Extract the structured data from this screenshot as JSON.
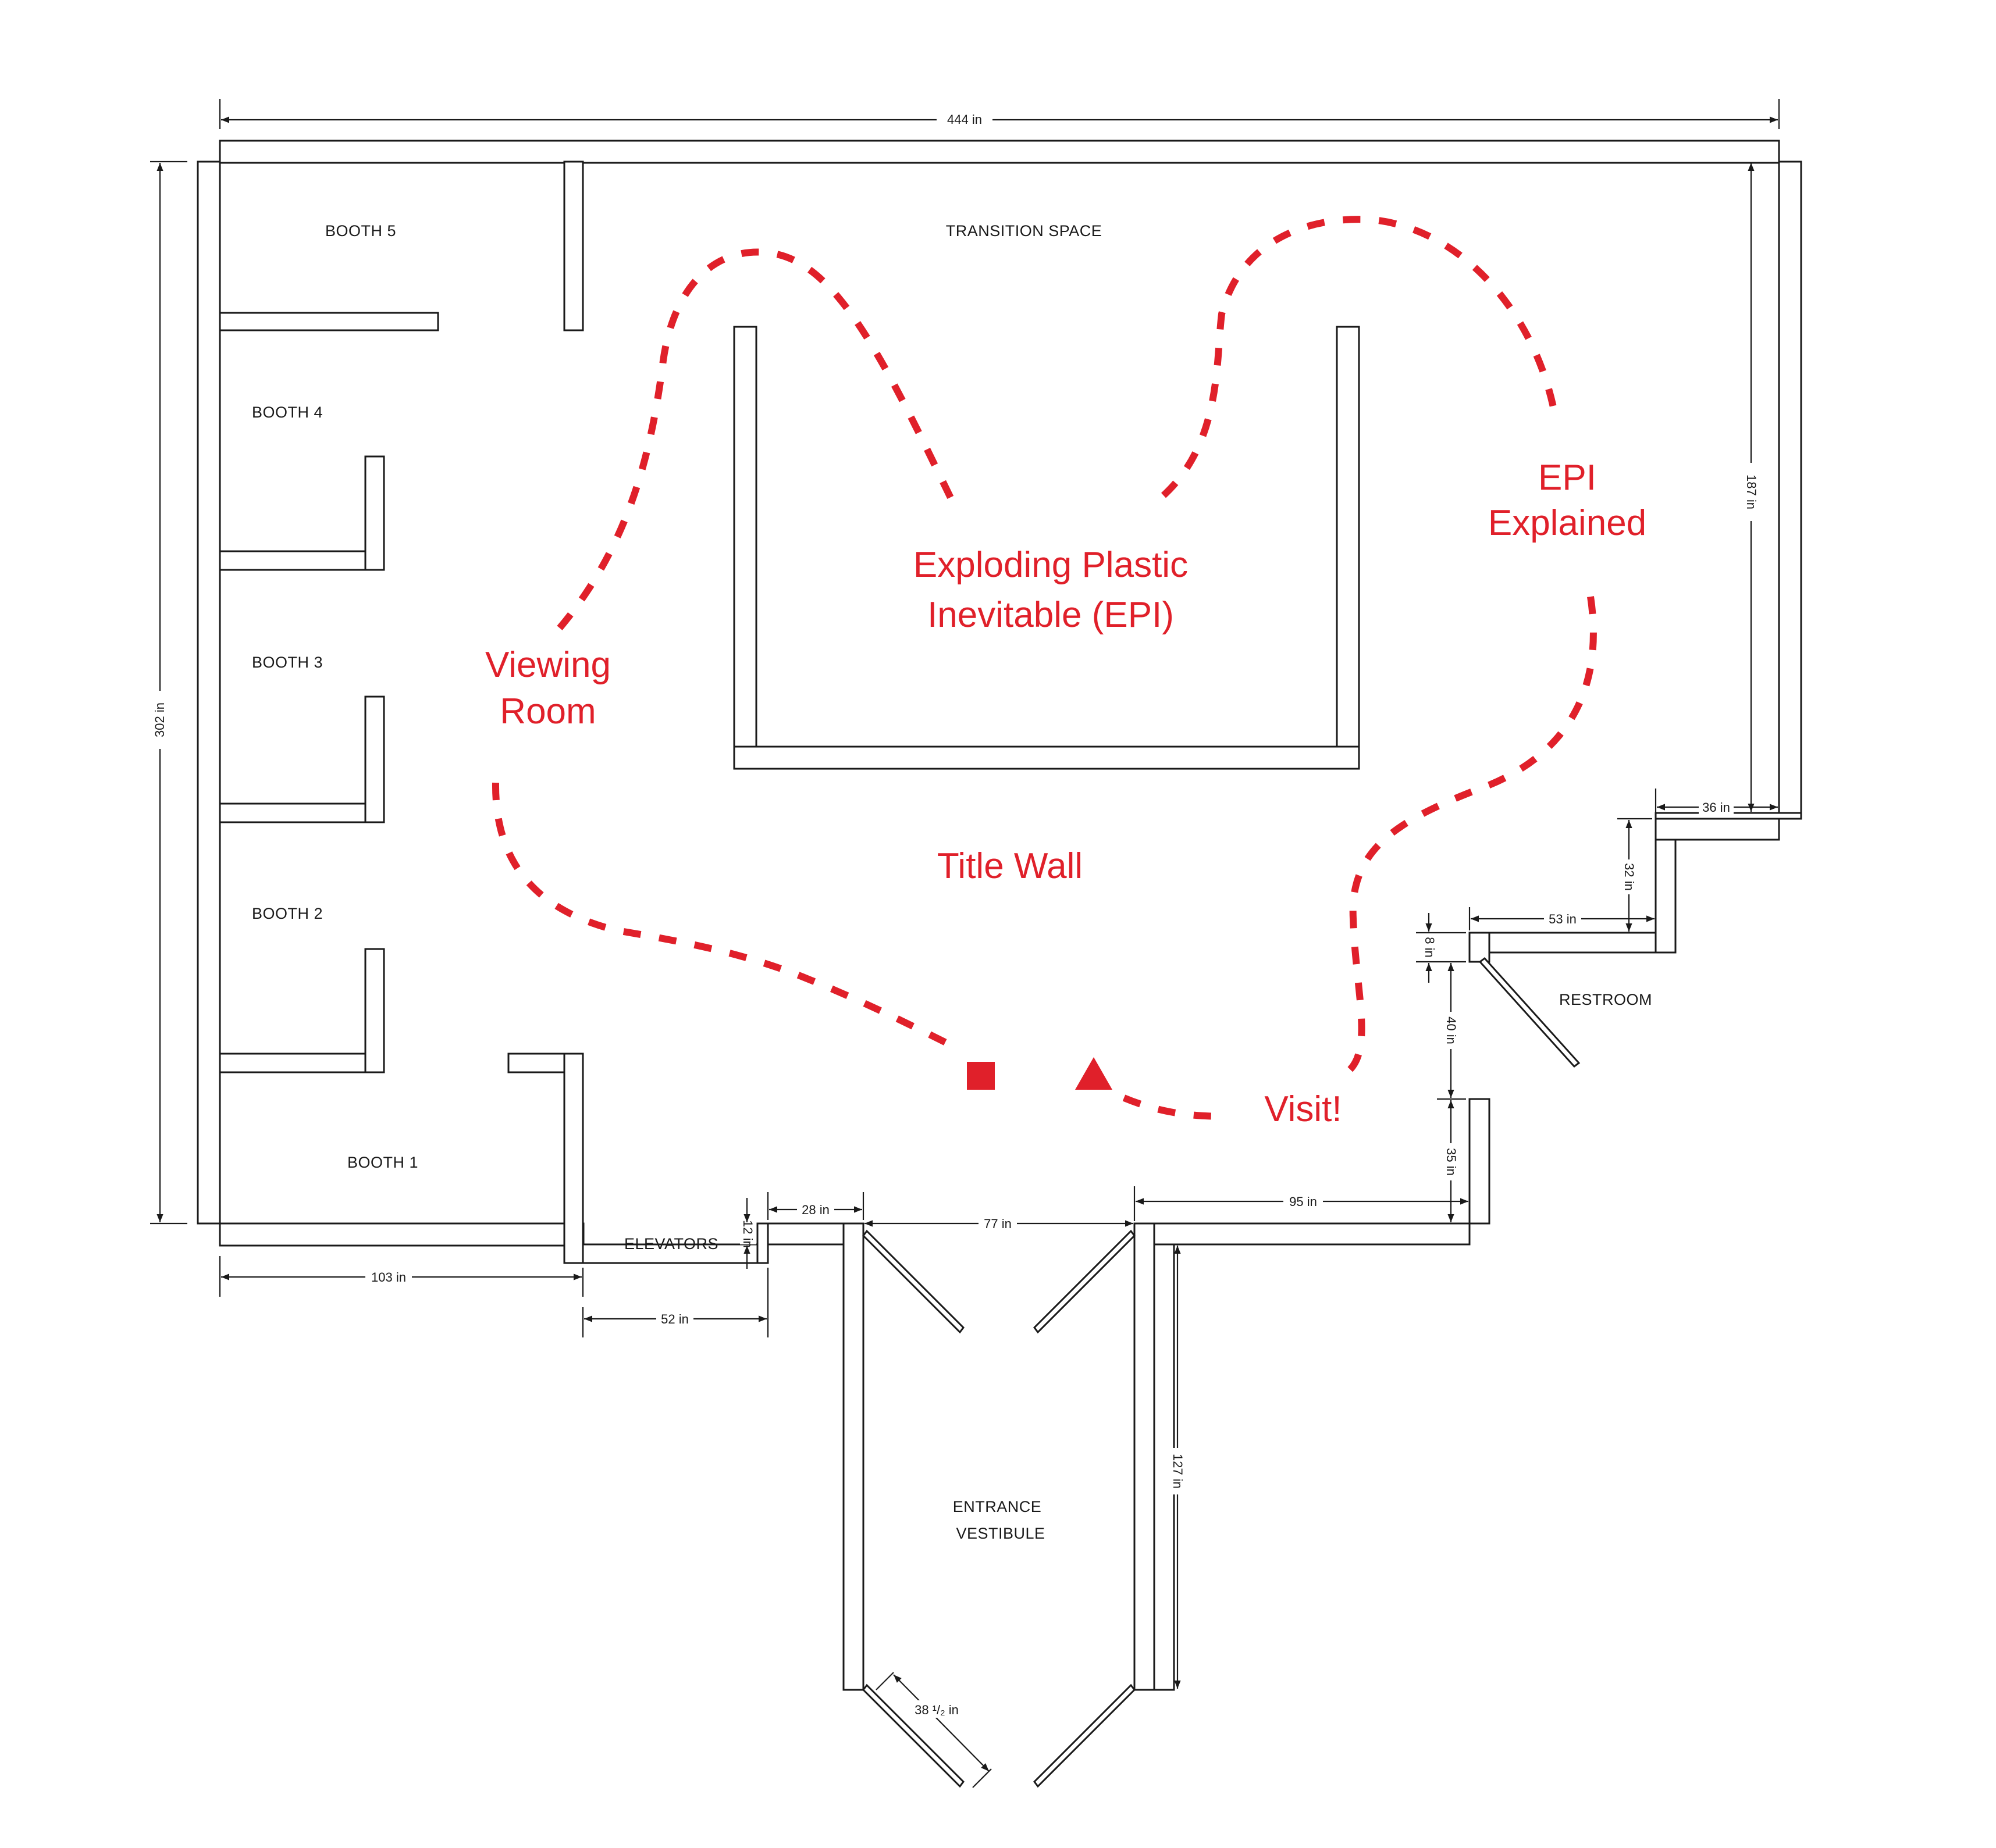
{
  "rooms": {
    "booth_5": "BOOTH 5",
    "booth_4": "BOOTH 4",
    "booth_3": "BOOTH 3",
    "booth_2": "BOOTH 2",
    "booth_1": "BOOTH 1",
    "transition_space": "TRANSITION SPACE",
    "elevators": "ELEVATORS",
    "restroom": "RESTROOM",
    "entrance_vestibule_line1": "ENTRANCE",
    "entrance_vestibule_line2": "VESTIBULE"
  },
  "zones": {
    "exploding_plastic_line1": "Exploding Plastic",
    "exploding_plastic_line2": "Inevitable (EPI)",
    "epi_explained_line1": "EPI",
    "epi_explained_line2": "Explained",
    "viewing_room_line1": "Viewing",
    "viewing_room_line2": "Room",
    "title_wall": "Title Wall",
    "visit": "Visit!"
  },
  "dimensions": {
    "overall_width": "444 in",
    "overall_height": "302 in",
    "right_wall": "187 in",
    "step_36": "36 in",
    "step_32": "32 in",
    "step_53": "53 in",
    "step_8": "8 in",
    "door_40": "40 in",
    "wall_35": "35 in",
    "wall_95": "95 in",
    "opening_77": "77 in",
    "wall_28": "28 in",
    "wall_12": "12 in",
    "wall_103": "103 in",
    "wall_52": "52 in",
    "vestibule_127": "127 in",
    "door_38": "38 ¹/₂ in"
  },
  "colors": {
    "accent": "#e0202a",
    "line": "#1a1a1a"
  },
  "markers": [
    "square-marker",
    "triangle-marker"
  ]
}
